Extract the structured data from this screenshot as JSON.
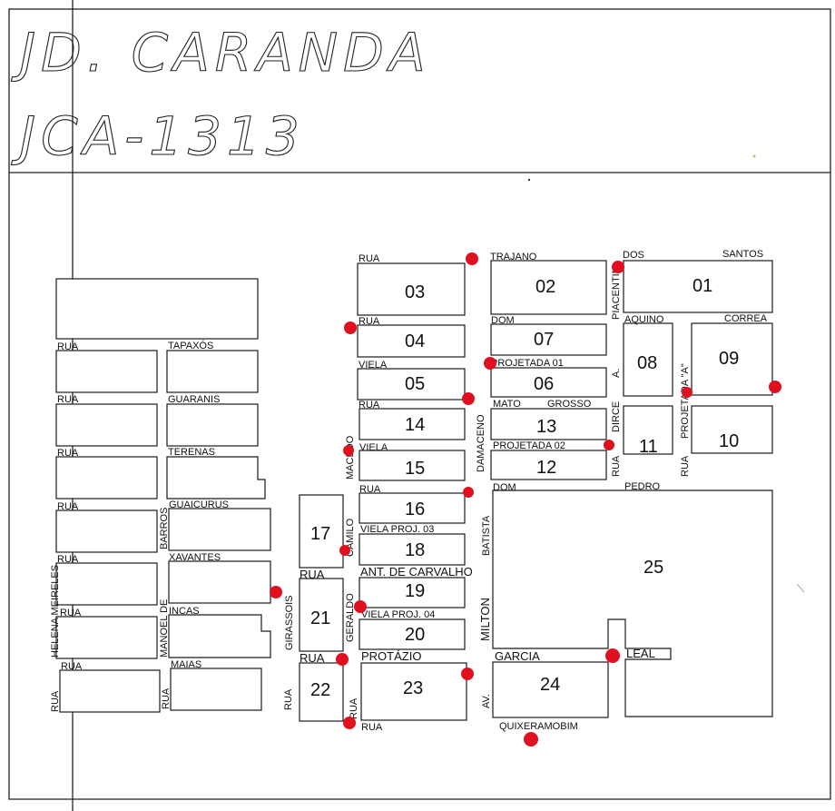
{
  "title": {
    "line1": "JD.  CARANDA",
    "line2": "JCA-1313"
  },
  "blocks": {
    "b01": "01",
    "b02": "02",
    "b03": "03",
    "b04": "04",
    "b05": "05",
    "b06": "06",
    "b07": "07",
    "b08": "08",
    "b09": "09",
    "b10": "10",
    "b11": "11",
    "b12": "12",
    "b13": "13",
    "b14": "14",
    "b15": "15",
    "b16": "16",
    "b17": "17",
    "b18": "18",
    "b19": "19",
    "b20": "20",
    "b21": "21",
    "b22": "22",
    "b23": "23",
    "b24": "24",
    "b25": "25"
  },
  "streets": {
    "rua": "RUA",
    "viela": "VIELA",
    "trajano": "TRAJANO",
    "dos": "DOS",
    "santos": "SANTOS",
    "piacentini": "PIACENTINI",
    "aquino": "AQUINO",
    "correa": "CORREA",
    "dom": "DOM",
    "projetada_01": "PROJETADA  01",
    "projetada_02": "PROJETADA  02",
    "projetada_a": "PROJETADA  \"A\"",
    "a": "A.",
    "mato": "MATO",
    "grosso": "GROSSO",
    "dirce": "DIRCE",
    "damaceno": "DAMACENO",
    "macedo": "MACEDO",
    "pedro": "PEDRO",
    "batista": "BATISTA",
    "camilo": "CAMILO",
    "viela_proj_03": "VIELA  PROJ.  03",
    "ant_de_carvalho": "ANT. DE CARVALHO",
    "milton": "MILTON",
    "geraldo": "GERALDO",
    "viela_proj_04": "VIELA  PROJ.  04",
    "girassois": "GIRASSOIS",
    "protazio": "PROTÁZIO",
    "garcia": "GARCIA",
    "leal": "LEAL",
    "av": "AV.",
    "quixeramobim": "QUIXERAMOBIM",
    "tapaxos": "TAPAXÓS",
    "guaranis": "GUARANIS",
    "terenas": "TERENAS",
    "guaicurus": "GUAICURUS",
    "xavantes": "XAVANTES",
    "incas": "INCAS",
    "maias": "MAIAS",
    "barros": "BARROS",
    "manoel_de": "MANOEL DE",
    "helena_meireles": "HELENA MEIRELES"
  },
  "marker_color": "#e01020"
}
